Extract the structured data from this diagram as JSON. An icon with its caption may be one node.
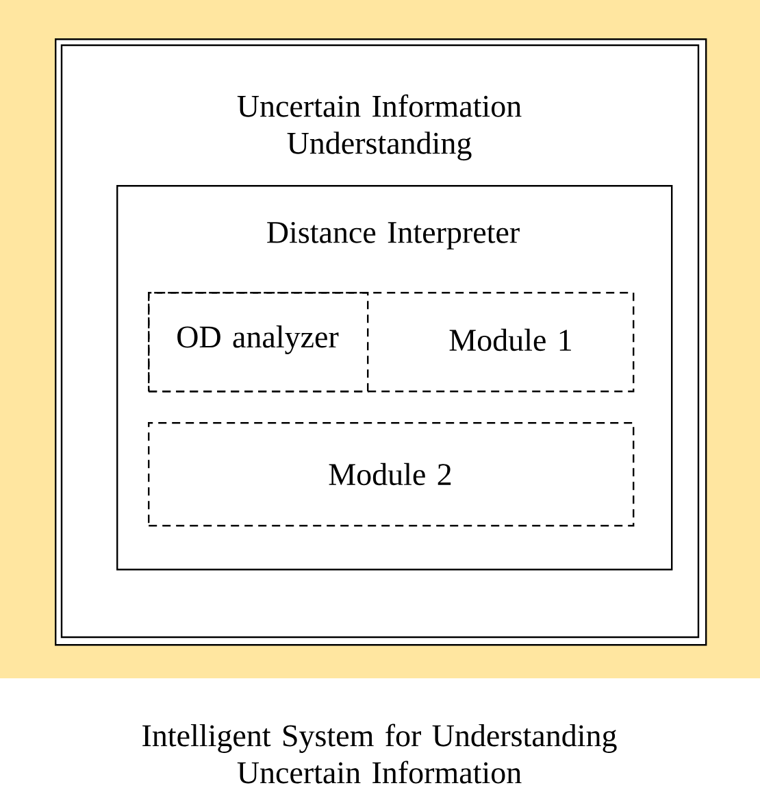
{
  "diagram": {
    "caption": "Intelligent System for Understanding Uncertain Information",
    "nodes": [
      {
        "text": [
          "Uncertain Information Understanding"
        ]
      },
      {
        "text": [
          "Distance Interpreter"
        ],
        "in": 0
      },
      {
        "text": [
          "Module 1"
        ],
        "in": 1
      },
      {
        "text": [
          "OD analyzer"
        ],
        "in": 2
      },
      {
        "text": [
          "Module 2"
        ],
        "in": 1
      }
    ]
  }
}
